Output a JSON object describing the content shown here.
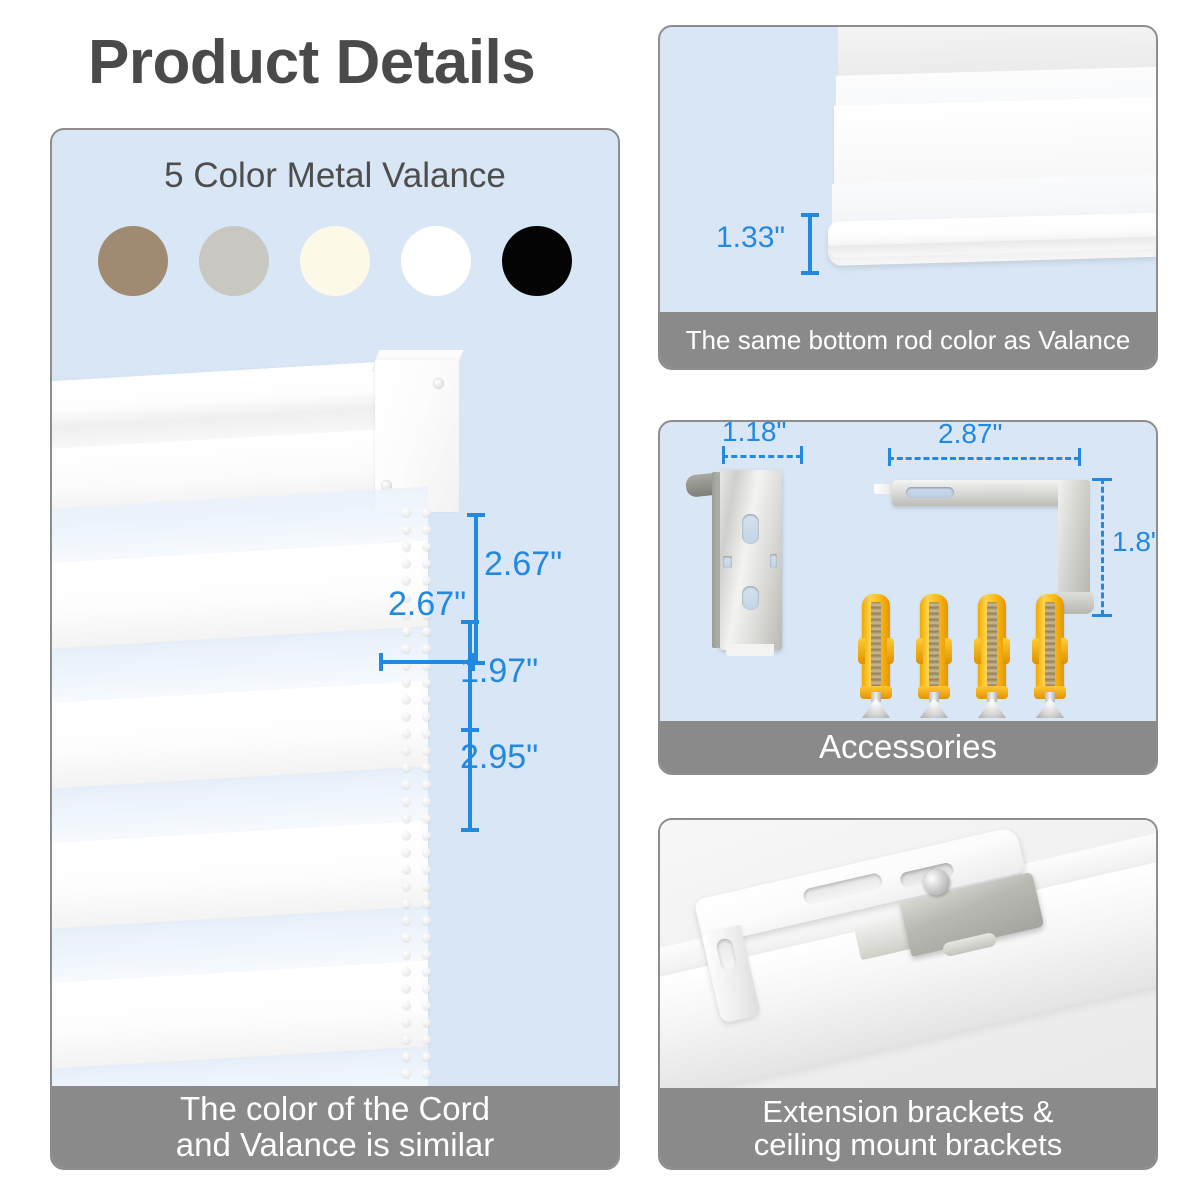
{
  "page": {
    "title": "Product Details"
  },
  "left_panel": {
    "valance_heading": "5 Color Metal Valance",
    "swatches": [
      {
        "name": "taupe",
        "hex": "#a08a72"
      },
      {
        "name": "light-gray",
        "hex": "#c9c7c2"
      },
      {
        "name": "cream",
        "hex": "#fdf9e8"
      },
      {
        "name": "white",
        "hex": "#ffffff"
      },
      {
        "name": "black",
        "hex": "#040404"
      }
    ],
    "dimensions": {
      "headrail_height": "2.67\"",
      "headrail_depth": "2.67\"",
      "sheer_band": "1.97\"",
      "solid_band": "2.95\""
    },
    "caption_line1": "The color of the Cord",
    "caption_line2": "and Valance is similar"
  },
  "rod_panel": {
    "dimension": "1.33\"",
    "caption": "The same bottom rod color as Valance"
  },
  "accessories_panel": {
    "dimensions": {
      "bracket_width": "1.18\"",
      "lbracket_length": "2.87\"",
      "lbracket_height": "1.8\""
    },
    "caption": "Accessories"
  },
  "extension_panel": {
    "caption_line1": "Extension brackets &",
    "caption_line2": "ceiling mount brackets"
  },
  "colors": {
    "panel_background": "#d9e6f5",
    "panel_border": "#8d8d8d",
    "caption_background": "#8a8a8a",
    "dimension_blue": "#2389e0",
    "title_gray": "#4a4a4a"
  }
}
